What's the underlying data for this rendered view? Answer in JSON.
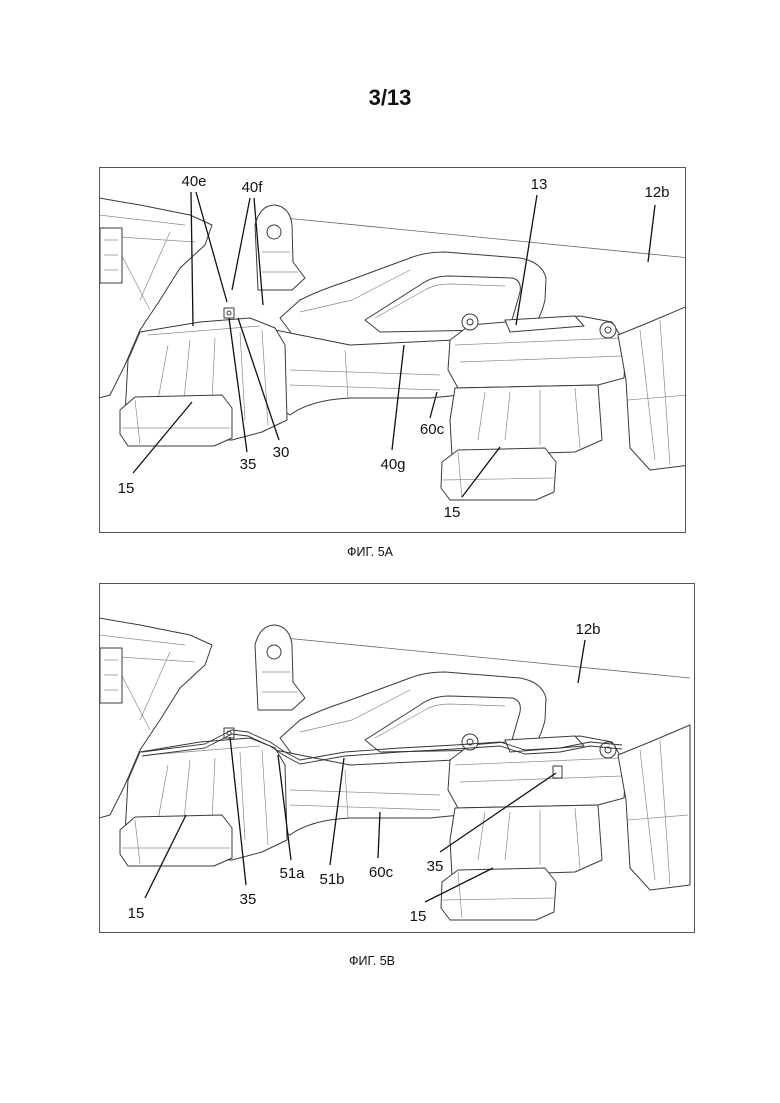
{
  "page": {
    "number": "3/13"
  },
  "figures": [
    {
      "caption": "ФИГ. 5A",
      "labels": [
        "40e",
        "40f",
        "13",
        "12b",
        "35",
        "30",
        "15",
        "40g",
        "60c",
        "15"
      ]
    },
    {
      "caption": "ФИГ. 5B",
      "labels": [
        "12b",
        "35",
        "51a",
        "51b",
        "60c",
        "35",
        "15",
        "15"
      ]
    }
  ]
}
